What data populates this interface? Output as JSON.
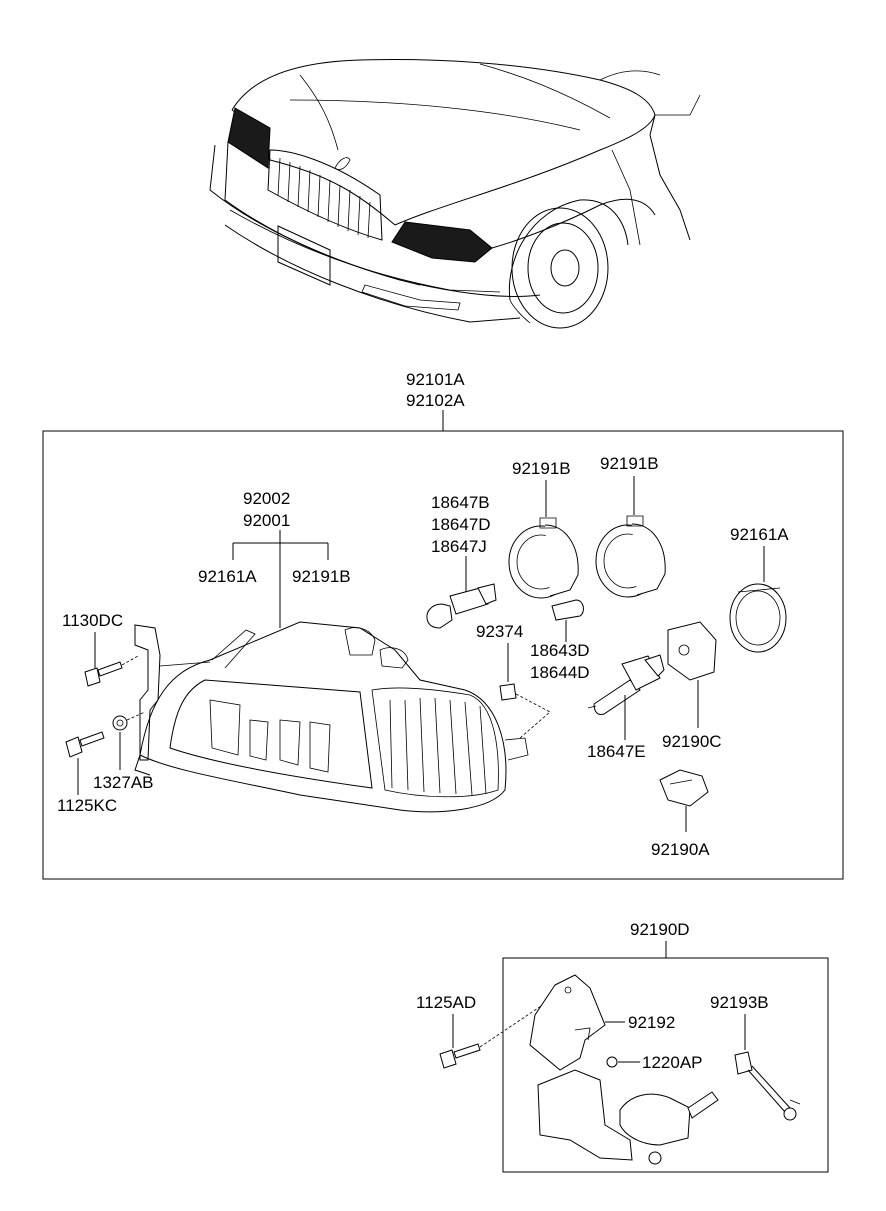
{
  "labels": {
    "assembly_a": "92101A",
    "assembly_b": "92102A",
    "housing_a": "92002",
    "housing_b": "92001",
    "housing_sub_left": "92161A",
    "housing_sub_right": "92191B",
    "bracket_bolt": "1130DC",
    "nut": "1327AB",
    "bolt": "1125KC",
    "bulb_1": "18647B",
    "bulb_2": "18647D",
    "bulb_3": "18647J",
    "cap_left": "92191B",
    "cap_right": "92191B",
    "ring_right": "92161A",
    "clip": "92374",
    "bulb_small_1": "18643D",
    "bulb_small_2": "18644D",
    "bulb_main": "18647E",
    "socket_cover": "92190C",
    "socket": "92190A",
    "leveling_unit": "92190D",
    "leveling_bolt": "1125AD",
    "leveling_bracket": "92192",
    "leveling_rod": "92193B",
    "leveling_nut": "1220AP"
  }
}
